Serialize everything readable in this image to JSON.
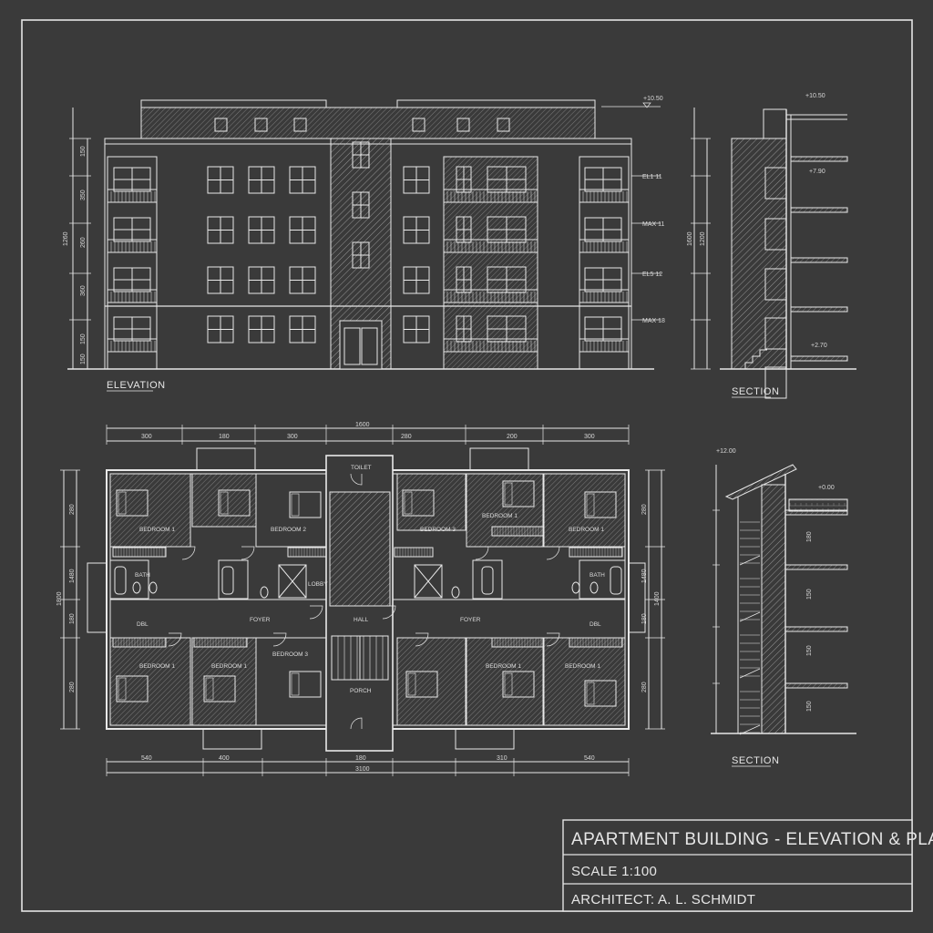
{
  "sheet": {
    "background": "#3a3a3a",
    "line_color": "#e8e8e8"
  },
  "views": {
    "elevation_label": "ELEVATION",
    "section_label_top": "SECTION",
    "section_label_bottom": "SECTION"
  },
  "elevation": {
    "vertical_dims": [
      "150",
      "350",
      "260",
      "360",
      "150",
      "150"
    ],
    "overall_height": "1260",
    "level_marks": [
      "EL1 11",
      "MAX 11",
      "EL5 12",
      "MAX 18"
    ],
    "roof_mark": "+10.50"
  },
  "section_top": {
    "top_mark": "+10.50",
    "mid_mark": "+7.90",
    "low_mark": "+2.70",
    "height_dims": [
      "1600",
      "1200"
    ]
  },
  "section_bottom": {
    "top_mark": "+12.00",
    "floor_mark": "+0.00",
    "floor_dims": [
      "180",
      "150",
      "150",
      "150"
    ]
  },
  "plan": {
    "overall_top": "1600",
    "top_dims": [
      "300",
      "180",
      "300",
      "280",
      "200",
      "300"
    ],
    "bottom_dims": [
      "540",
      "400",
      "180",
      "310",
      "540"
    ],
    "overall_bottom": "3100",
    "left_dims": [
      "280",
      "1480",
      "180",
      "280"
    ],
    "left_overall": "1800",
    "right_dims": [
      "280",
      "1480",
      "180",
      "280"
    ],
    "right_overall": "1400",
    "rooms": {
      "toilet": "TOILET",
      "bedroom_1a": "BEDROOM 1",
      "bedroom_2": "BEDROOM 2",
      "bedroom_3": "BEDROOM 3",
      "bedroom_1b": "BEDROOM 1",
      "bedroom_1c": "BEDROOM 1",
      "bath_l": "BATH",
      "bath_r": "BATH",
      "dbl_l": "DBL",
      "dbl_r": "DBL",
      "lobby": "LOBBY",
      "foyer_l": "FOYER",
      "foyer_r": "FOYER",
      "hall": "HALL",
      "bedroom_1d": "BEDROOM 1",
      "bedroom_1e": "BEDROOM 1",
      "bedroom_3b": "BEDROOM 3",
      "bedroom_1f": "BEDROOM 1",
      "bedroom_1g": "BEDROOM 1",
      "porch": "PORCH"
    }
  },
  "title_block": {
    "title": "APARTMENT BUILDING - ELEVATION & PLANS",
    "scale": "SCALE 1:100",
    "architect": "ARCHITECT: A. L. SCHMIDT"
  }
}
